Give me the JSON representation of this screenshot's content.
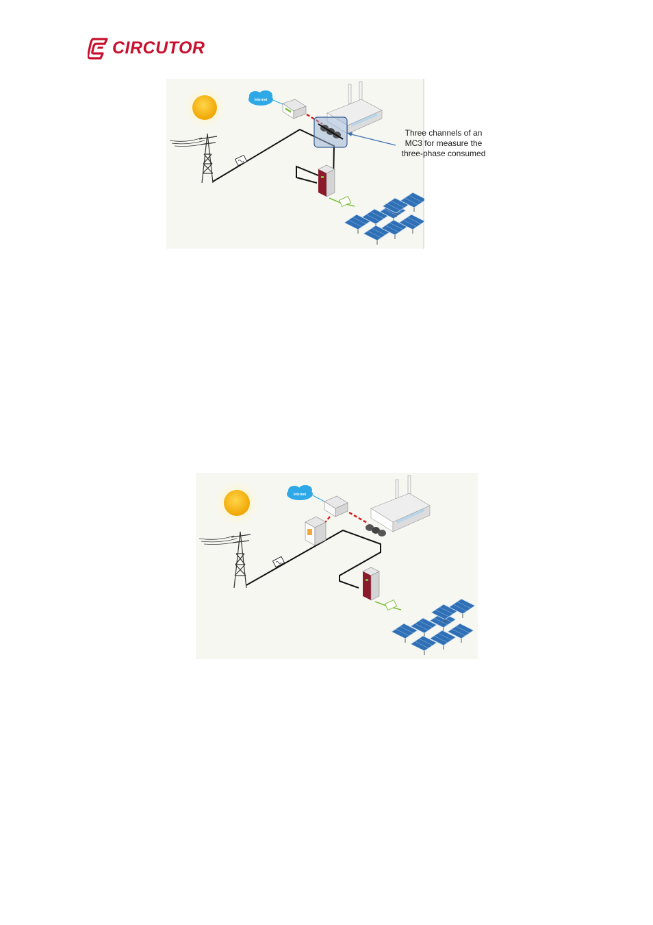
{
  "header": {
    "logo_text": "CIRCUTOR",
    "brand_color": "#c8102e"
  },
  "figure1": {
    "cloud_label": "Internet",
    "annotation_lines": [
      "Three channels of an",
      "MC3 for measure the",
      "three-phase consumed"
    ]
  },
  "figure2": {
    "cloud_label": "Internet"
  }
}
